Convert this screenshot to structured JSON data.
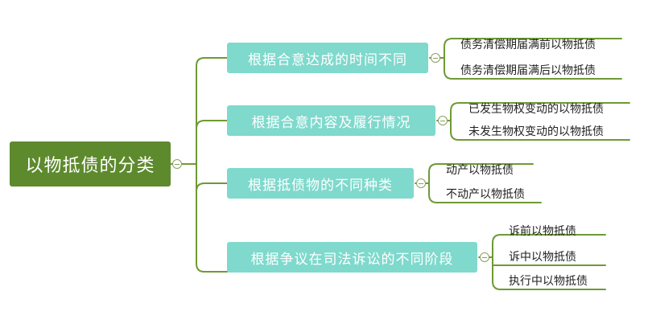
{
  "root": {
    "label": "以物抵债的分类"
  },
  "branches": [
    {
      "label": "根据合意达成的时间不同",
      "children": [
        "债务清偿期届满前以物抵债",
        "债务清偿期届满后以物抵债"
      ]
    },
    {
      "label": "根据合意内容及履行情况",
      "children": [
        "已发生物权变动的以物抵债",
        "未发生物权变动的以物抵债"
      ]
    },
    {
      "label": "根据抵债物的不同种类",
      "children": [
        "动产以物抵债",
        "不动产以物抵债"
      ]
    },
    {
      "label": "根据争议在司法诉讼的不同阶段",
      "children": [
        "诉前以物抵债",
        "诉中以物抵债",
        "执行中以物抵债"
      ]
    }
  ],
  "colors": {
    "root": "#5e8a2e",
    "branch": "#7fd9cd",
    "connector": "#6e9a34"
  }
}
